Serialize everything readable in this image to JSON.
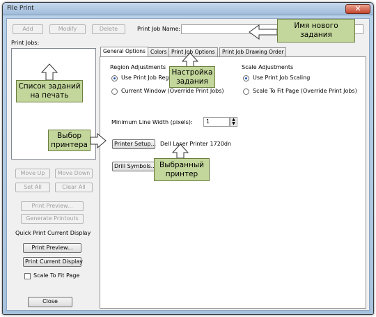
{
  "window": {
    "title": "File Print"
  },
  "toolbar": {
    "add": "Add",
    "modify": "Modify",
    "delete": "Delete"
  },
  "print_job_name": {
    "label": "Print Job Name:",
    "value": ""
  },
  "print_jobs": {
    "label": "Print Jobs:"
  },
  "tabs": [
    "General Options",
    "Colors",
    "Print Job Options",
    "Print Job Drawing Order"
  ],
  "region": {
    "title": "Region Adjustments",
    "option1": "Use Print Job Region",
    "option2": "Current Window (Override Print Jobs)"
  },
  "scale": {
    "title": "Scale Adjustments",
    "option1": "Use Print Job Scaling",
    "option2": "Scale To Fit Page (Override Print Jobs)"
  },
  "line_width": {
    "label": "Minimum Line Width (pixels):",
    "value": "1"
  },
  "printer": {
    "setup": "Printer Setup...",
    "name": "Dell Laser Printer 1720dn"
  },
  "drill": "Drill Symbols...",
  "left_buttons": {
    "move_up": "Move Up",
    "move_down": "Move Down",
    "set_all": "Set All",
    "clear_all": "Clear All",
    "print_preview": "Print Preview...",
    "generate": "Generate Printouts"
  },
  "quick": {
    "label": "Quick Print Current Display",
    "preview": "Print Preview...",
    "print": "Print Current Display",
    "scale_fit": "Scale To Fit Page"
  },
  "close": "Close",
  "callouts": {
    "new_job_name": [
      "Имя нового",
      "задания"
    ],
    "job_list": [
      "Список заданий",
      "на печать"
    ],
    "job_setup": [
      "Настройка",
      "задания"
    ],
    "printer_choice": [
      "Выбор",
      "принтера"
    ],
    "selected_printer": [
      "Выбранный",
      "принтер"
    ]
  },
  "colors": {
    "callout_fill": "#c3d69b",
    "arrow_fill": "#ffffff",
    "accent": "#1f4fa3"
  }
}
